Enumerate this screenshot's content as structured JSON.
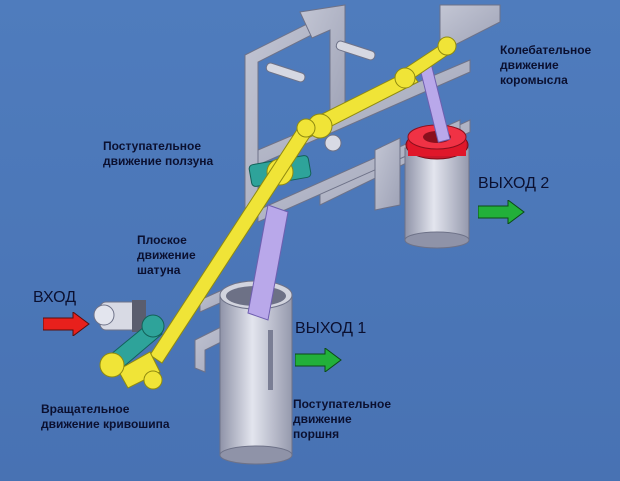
{
  "labels": {
    "rocker": "Колебательное\nдвижение\nкоромысла",
    "slider": "Поступательное\nдвижение ползуна",
    "rod": "Плоское\nдвижение\nшатуна",
    "input": "ВХОД",
    "output2": "ВЫХОД 2",
    "output1": "ВЫХОД 1",
    "crank": "Вращательное\nдвижение кривошипа",
    "piston": "Поступательное\nдвижение\nпоршня"
  },
  "arrows": {
    "input_color": "#e8201c",
    "output_color": "#22b03a"
  },
  "colors": {
    "background": "#4a76b6",
    "frame": "#aeb2c4",
    "links": "#f0e437",
    "cylinder": "#b9bccd",
    "rod": "#b9a8ea",
    "cap": "#e0172a",
    "joint": "#2ea39a"
  }
}
